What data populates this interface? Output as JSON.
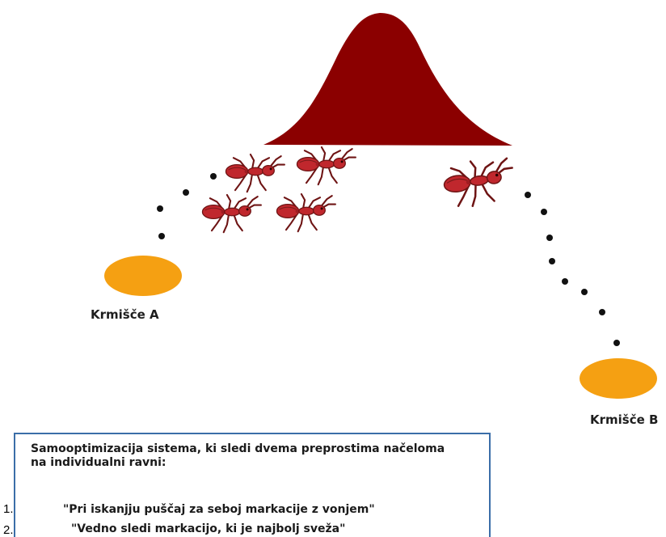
{
  "colors": {
    "nest": "#8b0000",
    "food": "#f5a012",
    "pheromone": "#111111",
    "ant": "#c0272d",
    "box_border": "#3b6ea8"
  },
  "labels": {
    "food_a": "Krmišče A",
    "food_b": "Krmišče B"
  },
  "box": {
    "title": "Samooptimizacija sistema, ki sledi dvema preprostima načeloma na individualni ravni:",
    "rules": [
      {
        "num": "1.",
        "text": "\"Pri iskanjju puščaj za seboj markacije z vonjem\""
      },
      {
        "num": "2.",
        "text": "\"Vedno sledi markacijo, ki je najbolj sveža\""
      }
    ]
  }
}
